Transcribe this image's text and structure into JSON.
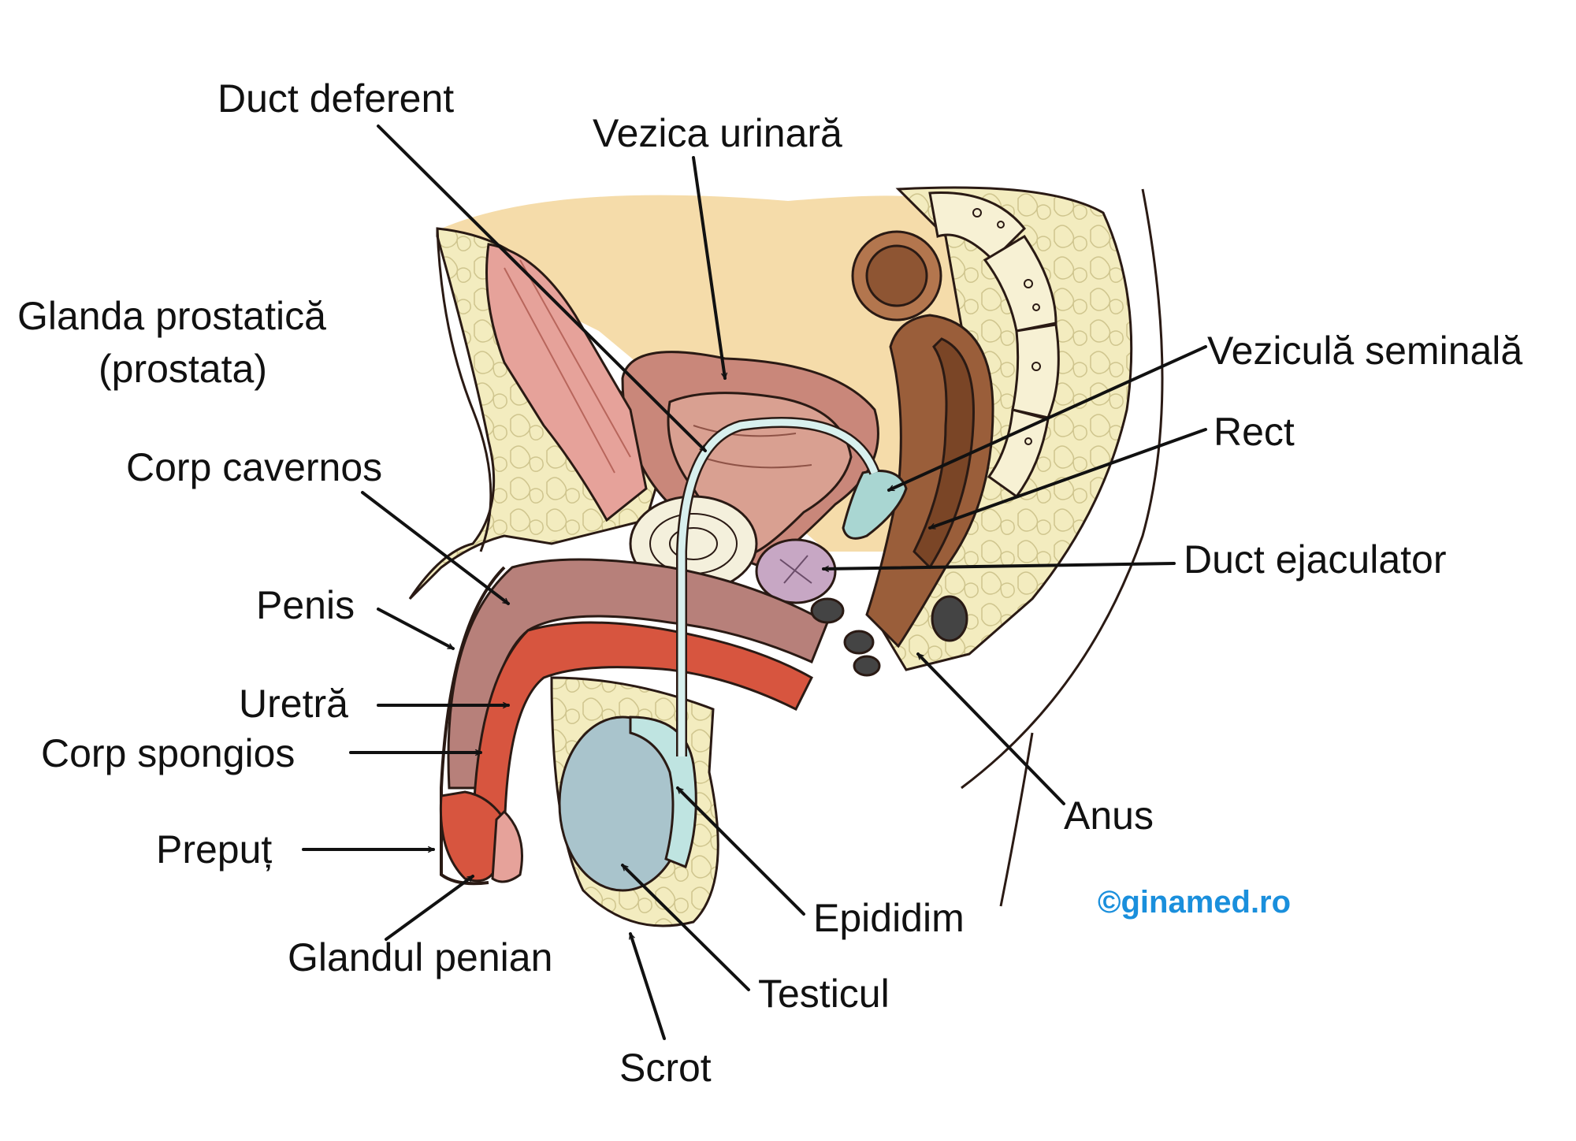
{
  "labels": {
    "duct_deferent": "Duct deferent",
    "vezica_urinara": "Vezica urinară",
    "glanda_line1": "Glanda prostatică",
    "glanda_line2": "(prostata)",
    "corp_cavernos": "Corp cavernos",
    "penis": "Penis",
    "uretra": "Uretră",
    "corp_spongios": "Corp spongios",
    "preput": "Prepuț",
    "glandul_penian": "Glandul penian",
    "scrot": "Scrot",
    "testicul": "Testicul",
    "epididim": "Epididim",
    "anus": "Anus",
    "duct_ejaculator": "Duct ejaculator",
    "rect": "Rect",
    "vezicula_seminala": "Veziculă seminală"
  },
  "credit": "©ginamed.ro",
  "colors": {
    "fat_tissue": "#f3ecbf",
    "abdominal_cavity": "#f5dcaa",
    "bladder_outer": "#c9877a",
    "bladder_inner": "#d9a091",
    "rectum": "#9a5e3a",
    "rectum_dark": "#7a4526",
    "testis": "#a9c4cc",
    "duct": "#d8f0ee",
    "muscle": "#e6a29a",
    "corpus_spongiosum": "#d7553f",
    "corpus_cavernosum": "#b7807a",
    "prostate": "#c7a7c4",
    "credit": "#1a8fdc"
  }
}
